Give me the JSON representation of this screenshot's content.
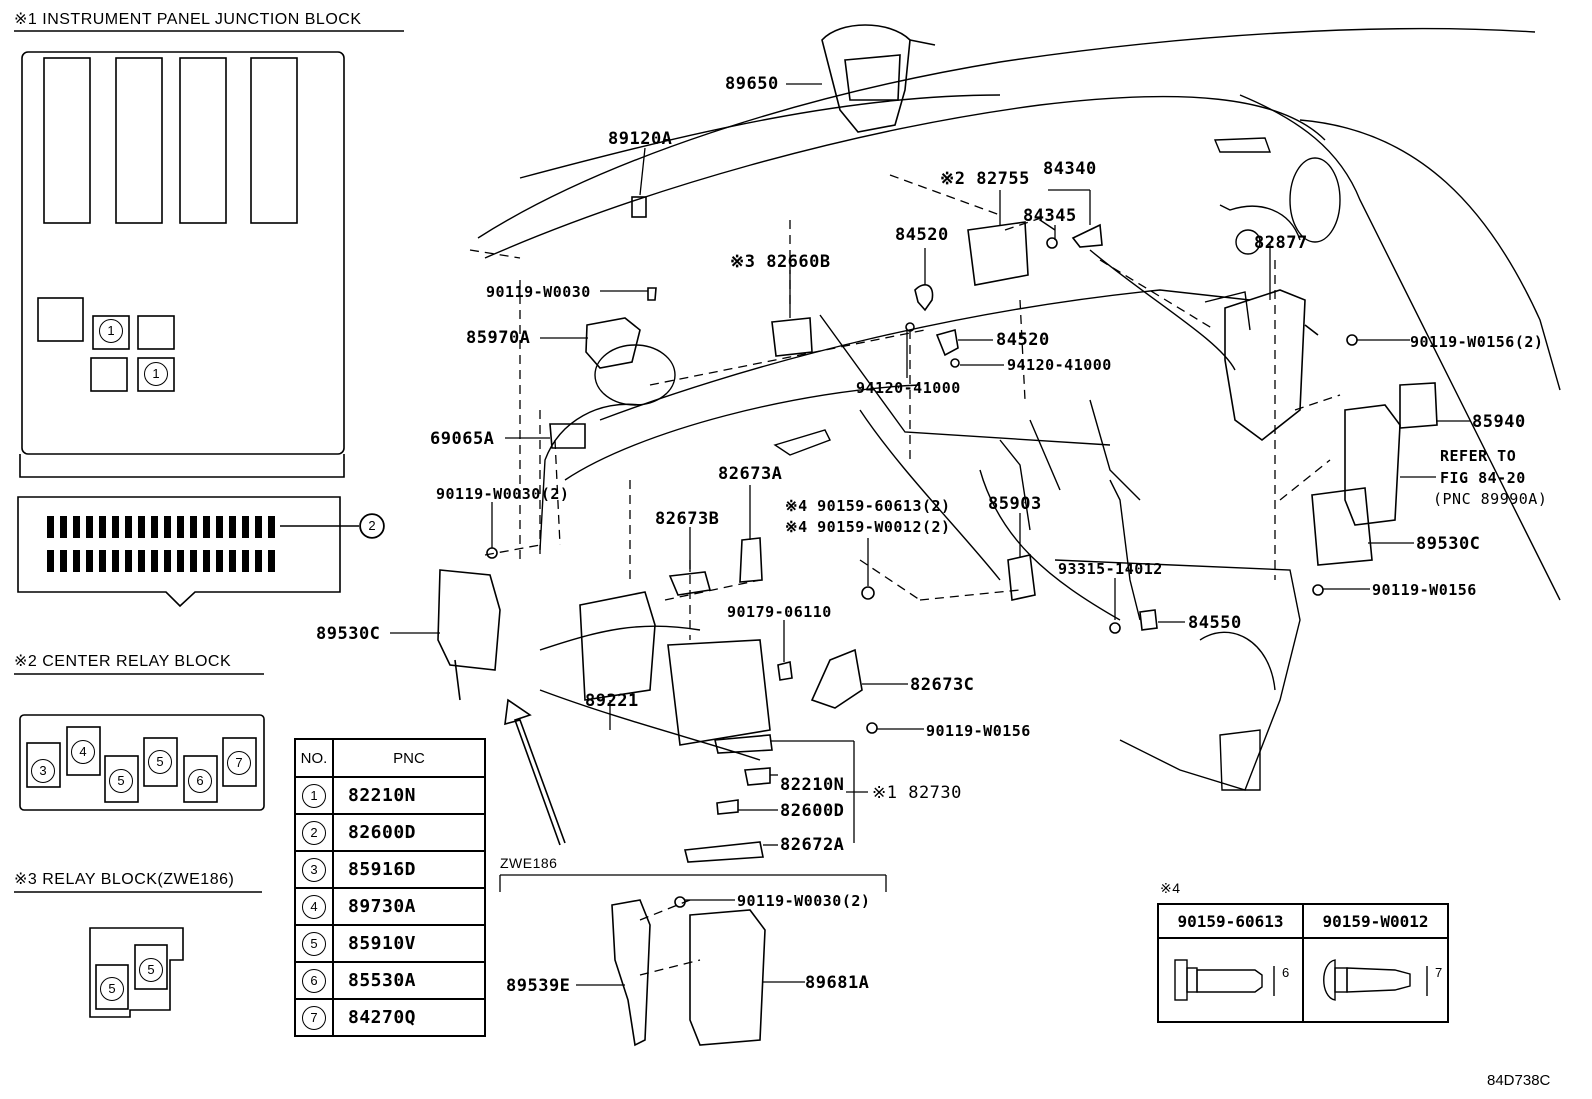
{
  "sections": {
    "junction_block_title": "※1 INSTRUMENT PANEL JUNCTION BLOCK",
    "center_relay_title": "※2 CENTER RELAY BLOCK",
    "relay_block_title": "※3 RELAY BLOCK(ZWE186)",
    "zwe_label": "ZWE186",
    "note4_mark": "※4"
  },
  "junction_block": {
    "slot_numbers": [
      "1",
      "1",
      "2"
    ]
  },
  "center_relay": {
    "slot_numbers": [
      "3",
      "4",
      "5",
      "5",
      "6",
      "7"
    ]
  },
  "relay_block": {
    "slot_numbers": [
      "5",
      "5"
    ]
  },
  "part_labels": [
    "89650",
    "89120A",
    "※2 82755",
    "84340",
    "84345",
    "84520",
    "84520",
    "※3 82660B",
    "90119-W0030",
    "85970A",
    "94120-41000",
    "94120-41000",
    "82877",
    "90119-W0156(2)",
    "85940",
    "REFER TO",
    "FIG 84-20",
    "(PNC 89990A)",
    "89530C",
    "90119-W0156",
    "69065A",
    "90119-W0030(2)",
    "82673A",
    "82673B",
    "※4 90159-60613(2)",
    "※4 90159-W0012(2)",
    "85903",
    "93315-14012",
    "84550",
    "89530C",
    "90179-06110",
    "82673C",
    "89221",
    "90119-W0156",
    "82210N",
    "※1 82730",
    "82600D",
    "82672A",
    "90119-W0030(2)",
    "89539E",
    "89681A"
  ],
  "pnc_table": {
    "headers": [
      "NO.",
      "PNC"
    ],
    "rows": [
      {
        "no": "1",
        "pnc": "82210N"
      },
      {
        "no": "2",
        "pnc": "82600D"
      },
      {
        "no": "3",
        "pnc": "85916D"
      },
      {
        "no": "4",
        "pnc": "89730A"
      },
      {
        "no": "5",
        "pnc": "85910V"
      },
      {
        "no": "6",
        "pnc": "85530A"
      },
      {
        "no": "7",
        "pnc": "84270Q"
      }
    ]
  },
  "bolt_table": {
    "headers": [
      "90159-60613",
      "90159-W0012"
    ],
    "dims": [
      "6",
      "7"
    ]
  },
  "figure_code": "84D738C"
}
